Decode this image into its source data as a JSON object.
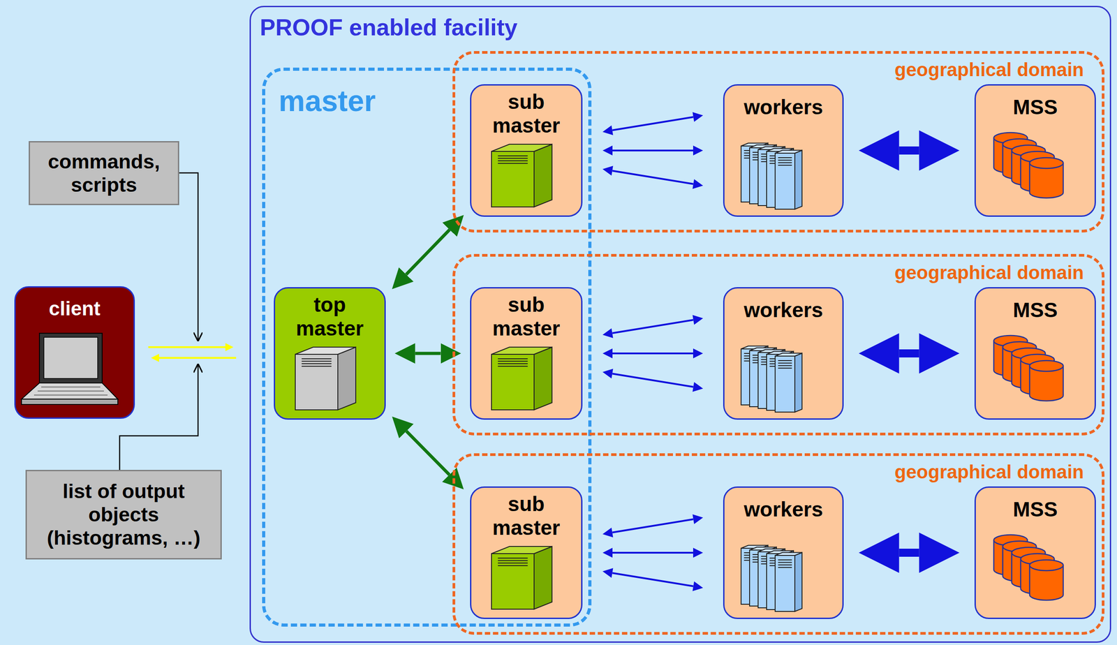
{
  "diagram": {
    "nodes": [
      {
        "text": [
          "PROOF enabled facility"
        ]
      },
      {
        "text": [
          "master"
        ],
        "in": 0
      },
      {
        "text": [
          "top master"
        ],
        "in": 1
      },
      {
        "text": [
          "geographical domain"
        ],
        "in": 0
      },
      {
        "text": [
          "sub master"
        ],
        "in": 3
      },
      {
        "text": [
          "workers"
        ],
        "in": 3
      },
      {
        "text": [
          "MSS"
        ],
        "in": 3
      },
      {
        "text": [
          "geographical domain"
        ],
        "in": 0
      },
      {
        "text": [
          "sub master"
        ],
        "in": 7
      },
      {
        "text": [
          "workers"
        ],
        "in": 7
      },
      {
        "text": [
          "MSS"
        ],
        "in": 7
      },
      {
        "text": [
          "geographical domain"
        ],
        "in": 0
      },
      {
        "text": [
          "sub master"
        ],
        "in": 11
      },
      {
        "text": [
          "workers"
        ],
        "in": 11
      },
      {
        "text": [
          "MSS"
        ],
        "in": 11
      },
      {
        "text": [
          "client"
        ]
      },
      {
        "text": [
          "commands, scripts"
        ]
      },
      {
        "text": [
          "list of output objects (histograms, …)"
        ]
      }
    ],
    "edges": [
      {
        "from": 15,
        "to": 0,
        "arrow": "to"
      },
      {
        "from": 0,
        "to": 15,
        "arrow": "to"
      },
      {
        "from": 2,
        "to": 4,
        "arrow": "both"
      },
      {
        "from": 2,
        "to": 8,
        "arrow": "both"
      },
      {
        "from": 2,
        "to": 12,
        "arrow": "both"
      },
      {
        "from": 4,
        "to": 5,
        "arrow": "both"
      },
      {
        "from": 4,
        "to": 5,
        "arrow": "both"
      },
      {
        "from": 4,
        "to": 5,
        "arrow": "both"
      },
      {
        "from": 5,
        "to": 6,
        "arrow": "both"
      },
      {
        "from": 8,
        "to": 9,
        "arrow": "both"
      },
      {
        "from": 8,
        "to": 9,
        "arrow": "both"
      },
      {
        "from": 8,
        "to": 9,
        "arrow": "both"
      },
      {
        "from": 9,
        "to": 10,
        "arrow": "both"
      },
      {
        "from": 12,
        "to": 13,
        "arrow": "both"
      },
      {
        "from": 12,
        "to": 13,
        "arrow": "both"
      },
      {
        "from": 12,
        "to": 13,
        "arrow": "both"
      },
      {
        "from": 13,
        "to": 14,
        "arrow": "both"
      }
    ]
  }
}
